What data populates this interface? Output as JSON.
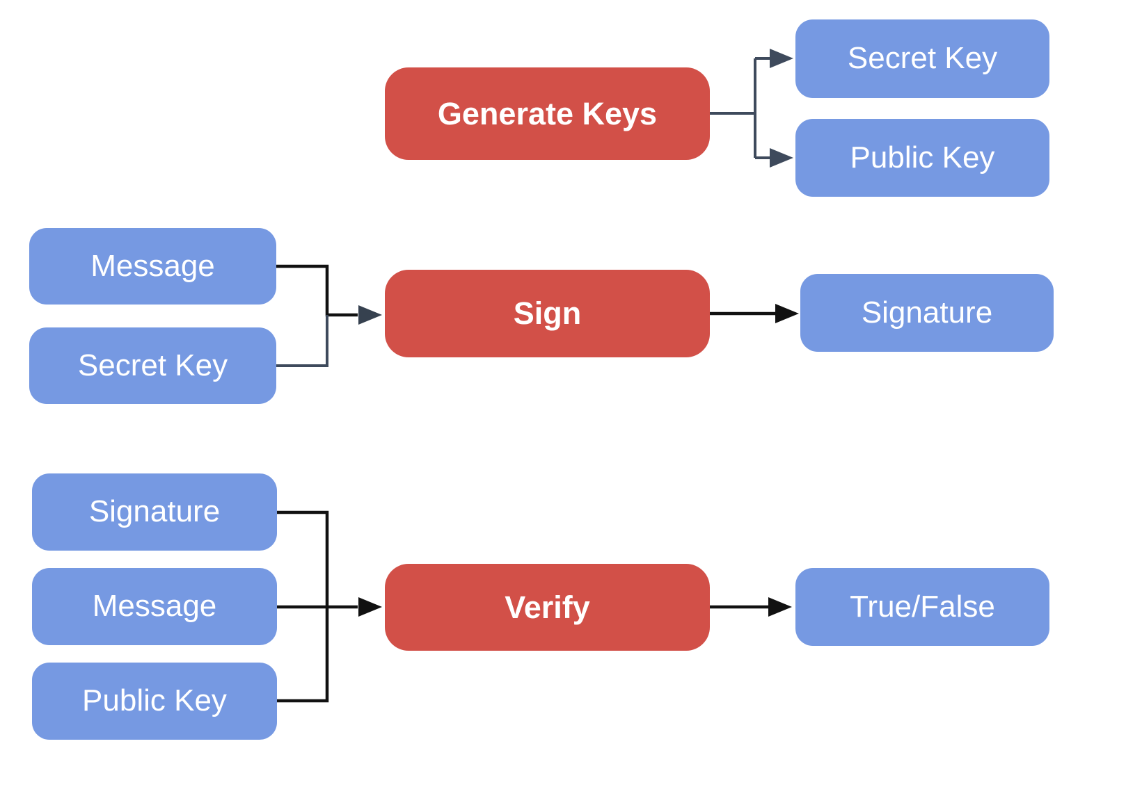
{
  "diagram": {
    "type": "flowchart",
    "background": "#FFFFFF",
    "colors": {
      "process_fill": "#D25048",
      "data_fill": "#7699E2",
      "node_text": "#FFFFFF",
      "connector_slate": "#3E4A5C",
      "connector_black": "#111111"
    },
    "rows": [
      {
        "name": "generate-keys-flow",
        "inputs": [],
        "process": {
          "label": "Generate Keys"
        },
        "outputs": [
          {
            "label": "Secret Key"
          },
          {
            "label": "Public Key"
          }
        ]
      },
      {
        "name": "sign-flow",
        "inputs": [
          {
            "label": "Message"
          },
          {
            "label": "Secret Key"
          }
        ],
        "process": {
          "label": "Sign"
        },
        "outputs": [
          {
            "label": "Signature"
          }
        ]
      },
      {
        "name": "verify-flow",
        "inputs": [
          {
            "label": "Signature"
          },
          {
            "label": "Message"
          },
          {
            "label": "Public Key"
          }
        ],
        "process": {
          "label": "Verify"
        },
        "outputs": [
          {
            "label": "True/False"
          }
        ]
      }
    ],
    "edges": [
      {
        "from": "Generate Keys",
        "to": "Secret Key"
      },
      {
        "from": "Generate Keys",
        "to": "Public Key"
      },
      {
        "from": "Message",
        "to": "Sign"
      },
      {
        "from": "Secret Key",
        "to": "Sign"
      },
      {
        "from": "Sign",
        "to": "Signature"
      },
      {
        "from": "Signature",
        "to": "Verify"
      },
      {
        "from": "Message",
        "to": "Verify"
      },
      {
        "from": "Public Key",
        "to": "Verify"
      },
      {
        "from": "Verify",
        "to": "True/False"
      }
    ]
  }
}
